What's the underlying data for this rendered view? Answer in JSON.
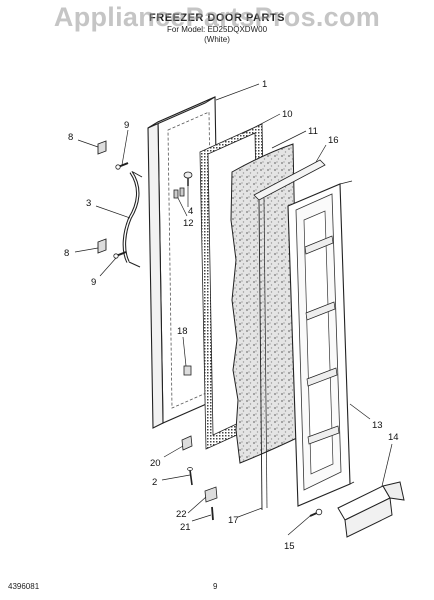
{
  "header": {
    "watermark": "AppliancePartsPros.com",
    "title": "FREEZER DOOR PARTS",
    "model": "For Model: ED25DQXDW00",
    "color": "(White)"
  },
  "callouts": [
    "1",
    "10",
    "11",
    "16",
    "8",
    "9",
    "4",
    "12",
    "3",
    "8",
    "9",
    "18",
    "13",
    "14",
    "20",
    "2",
    "22",
    "21",
    "17",
    "15"
  ],
  "footer": {
    "left": "4396081",
    "page": "9"
  }
}
